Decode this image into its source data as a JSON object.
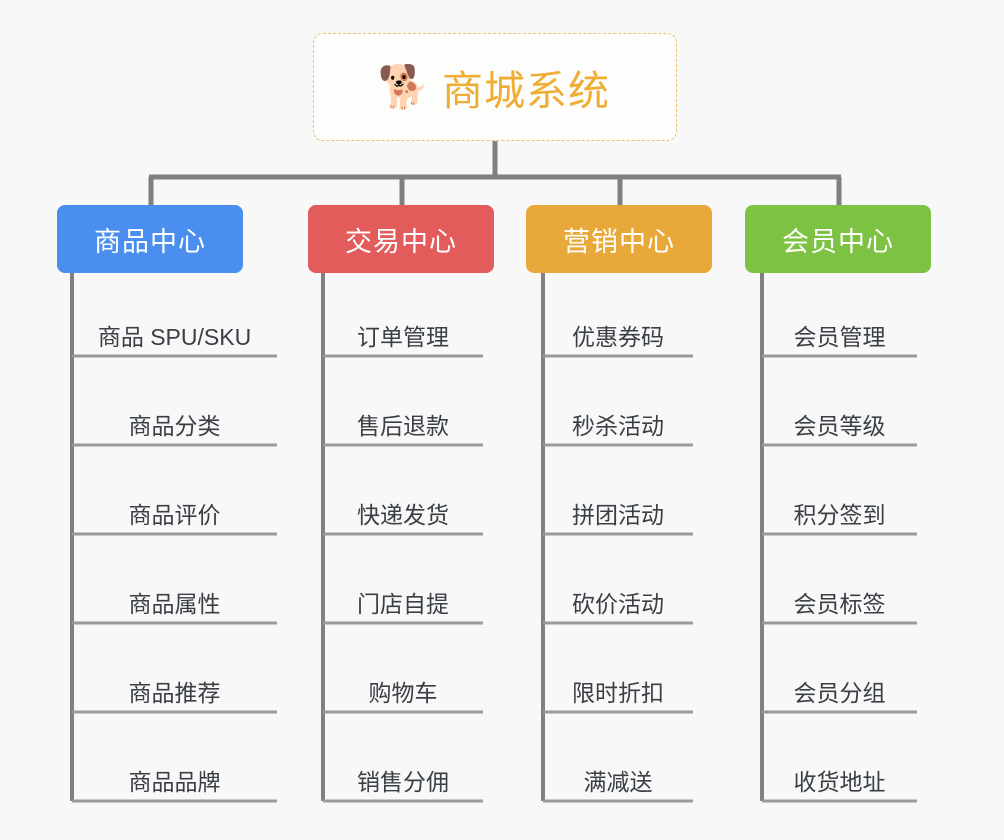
{
  "diagram": {
    "type": "mindmap",
    "background_color": "#f8f8f8",
    "root": {
      "icon": "shiba-dog-face-icon",
      "icon_glyph": "🐕",
      "title": "商城系统",
      "title_color": "#f0ad34",
      "border_color": "#e8c06a",
      "box_color": "#fdfdfc"
    },
    "connector_color": "#808080",
    "leaf_underline_color": "#9a9a9a",
    "branches": [
      {
        "label": "商品中心",
        "color": "#4a8ef0",
        "items": [
          "商品 SPU/SKU",
          "商品分类",
          "商品评价",
          "商品属性",
          "商品推荐",
          "商品品牌"
        ]
      },
      {
        "label": "交易中心",
        "color": "#e25c5c",
        "items": [
          "订单管理",
          "售后退款",
          "快递发货",
          "门店自提",
          "购物车",
          "销售分佣"
        ]
      },
      {
        "label": "营销中心",
        "color": "#e9a93a",
        "items": [
          "优惠券码",
          "秒杀活动",
          "拼团活动",
          "砍价活动",
          "限时折扣",
          "满减送"
        ]
      },
      {
        "label": "会员中心",
        "color": "#7dc councils"
      }
    ]
  }
}
